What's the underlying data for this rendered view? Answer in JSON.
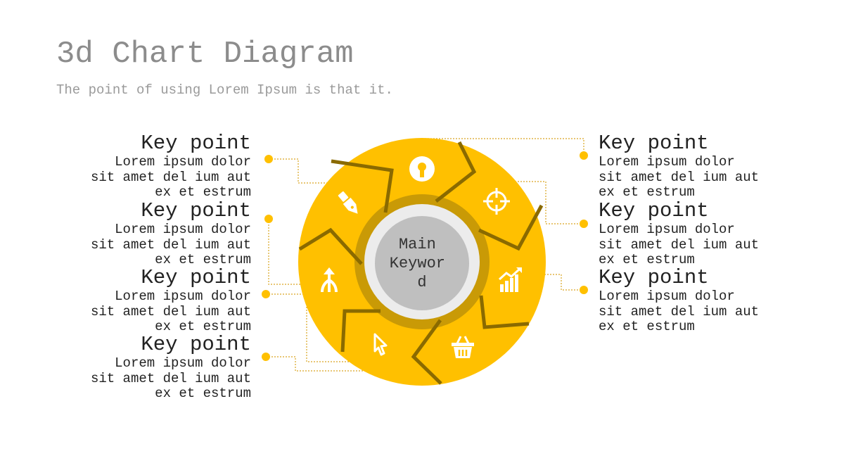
{
  "title": "3d Chart Diagram",
  "subtitle": "The point of using Lorem Ipsum is that it.",
  "center": {
    "lines": [
      "Main",
      "Keywor",
      "d"
    ]
  },
  "colors": {
    "accent": "#FFC000",
    "accent_dark": "#B8860B",
    "center_fill": "#BFBFBF",
    "text": "#222222"
  },
  "left_points": [
    {
      "heading": "Key point",
      "lines": [
        "Lorem ipsum dolor",
        "sit amet del ium aut",
        "ex et estrum"
      ]
    },
    {
      "heading": "Key point",
      "lines": [
        "Lorem ipsum dolor",
        "sit amet del ium aut",
        "ex et estrum"
      ]
    },
    {
      "heading": "Key point",
      "lines": [
        "Lorem ipsum dolor",
        "sit amet del ium aut",
        "ex et estrum"
      ]
    },
    {
      "heading": "Key point",
      "lines": [
        "Lorem ipsum dolor",
        "sit amet del ium aut",
        "ex et estrum"
      ]
    }
  ],
  "right_points": [
    {
      "heading": "Key point",
      "lines": [
        "Lorem ipsum dolor",
        "sit amet del ium aut",
        "ex et estrum"
      ]
    },
    {
      "heading": "Key point",
      "lines": [
        "Lorem ipsum dolor",
        "sit amet del ium aut",
        "ex et estrum"
      ]
    },
    {
      "heading": "Key point",
      "lines": [
        "Lorem ipsum dolor",
        "sit amet del ium aut",
        "ex et estrum"
      ]
    }
  ],
  "segment_icons": [
    "keyhole-icon",
    "crosshair-icon",
    "growth-chart-icon",
    "shopping-basket-icon",
    "cursor-icon",
    "merge-arrow-icon",
    "pen-icon"
  ]
}
